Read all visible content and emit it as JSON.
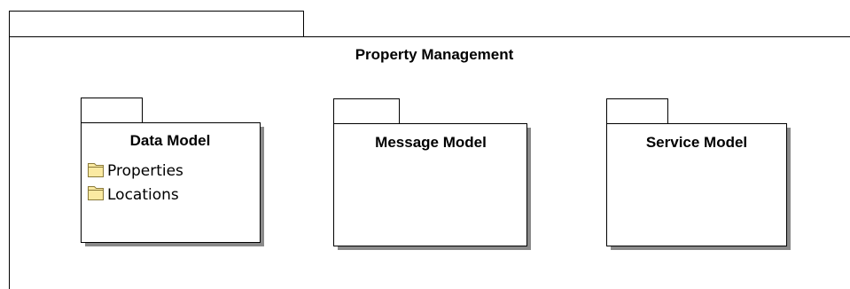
{
  "diagram": {
    "outer_package": {
      "title": "Property Management"
    },
    "packages": [
      {
        "title": "Data Model",
        "items": [
          {
            "label": "Properties",
            "icon": "folder-icon"
          },
          {
            "label": "Locations",
            "icon": "folder-icon"
          }
        ]
      },
      {
        "title": "Message Model",
        "items": []
      },
      {
        "title": "Service Model",
        "items": []
      }
    ],
    "colors": {
      "line": "#000000",
      "shadow": "#8a8a8a",
      "package_fill": "#ffffff",
      "folder_fill": "#fbeaa2",
      "folder_stroke": "#8a7a3a"
    }
  }
}
